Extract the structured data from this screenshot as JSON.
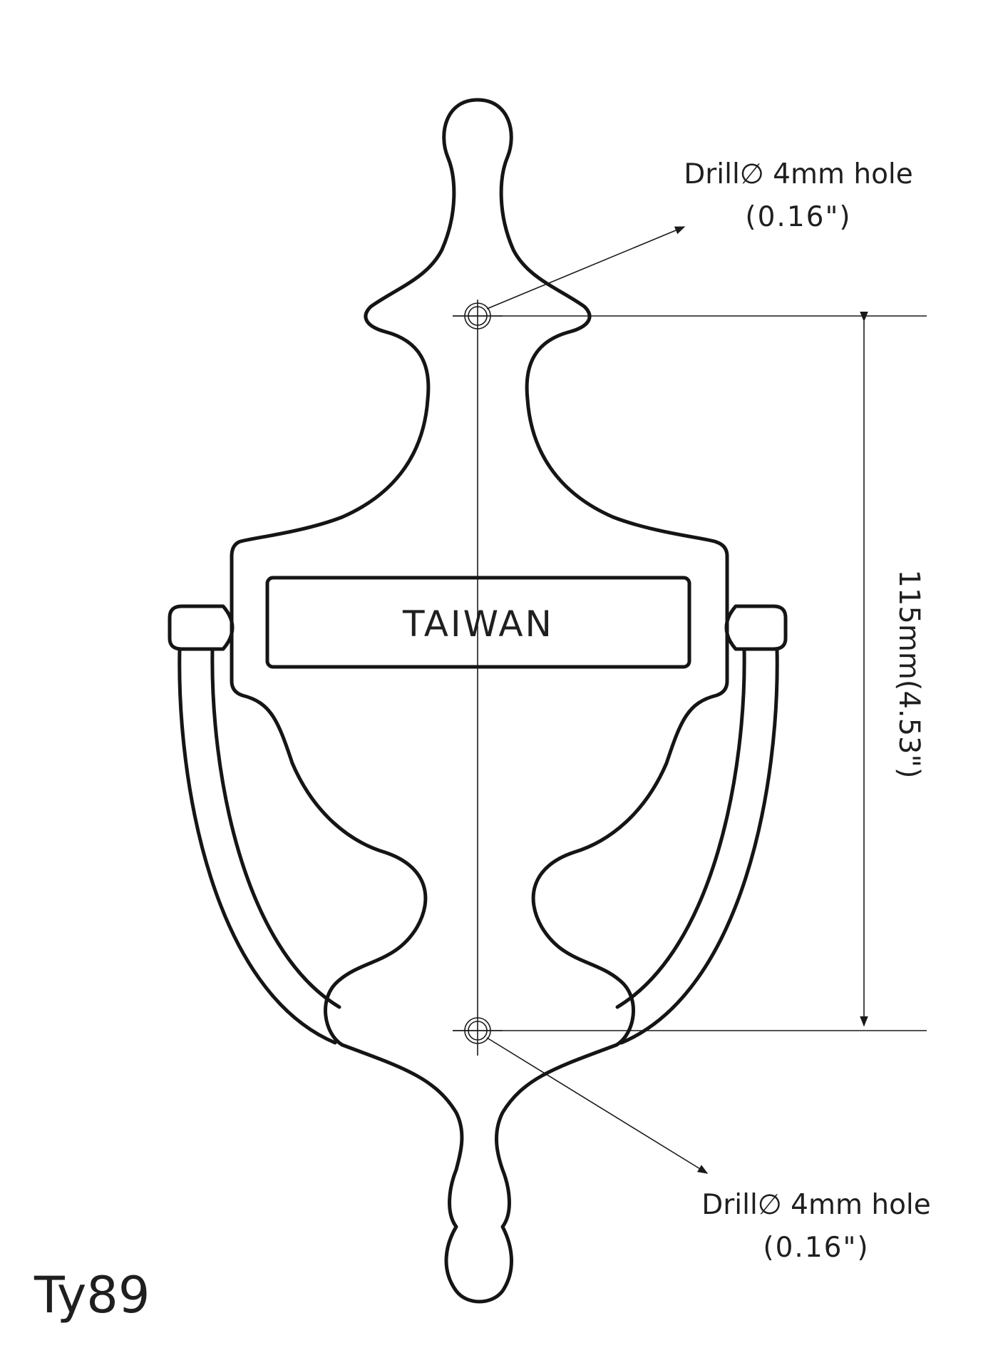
{
  "drawing": {
    "model": "Ty89",
    "plate_text": "TAIWAN",
    "top_hole": {
      "line1": "Drill∅ 4mm hole",
      "line2": "(0.16\")"
    },
    "bottom_hole": {
      "line1": "Drill∅ 4mm hole",
      "line2": "(0.16\")"
    },
    "hole_spacing": "115mm(4.53\")"
  },
  "colors": {
    "ink": "#151515",
    "paper": "#ffffff"
  }
}
